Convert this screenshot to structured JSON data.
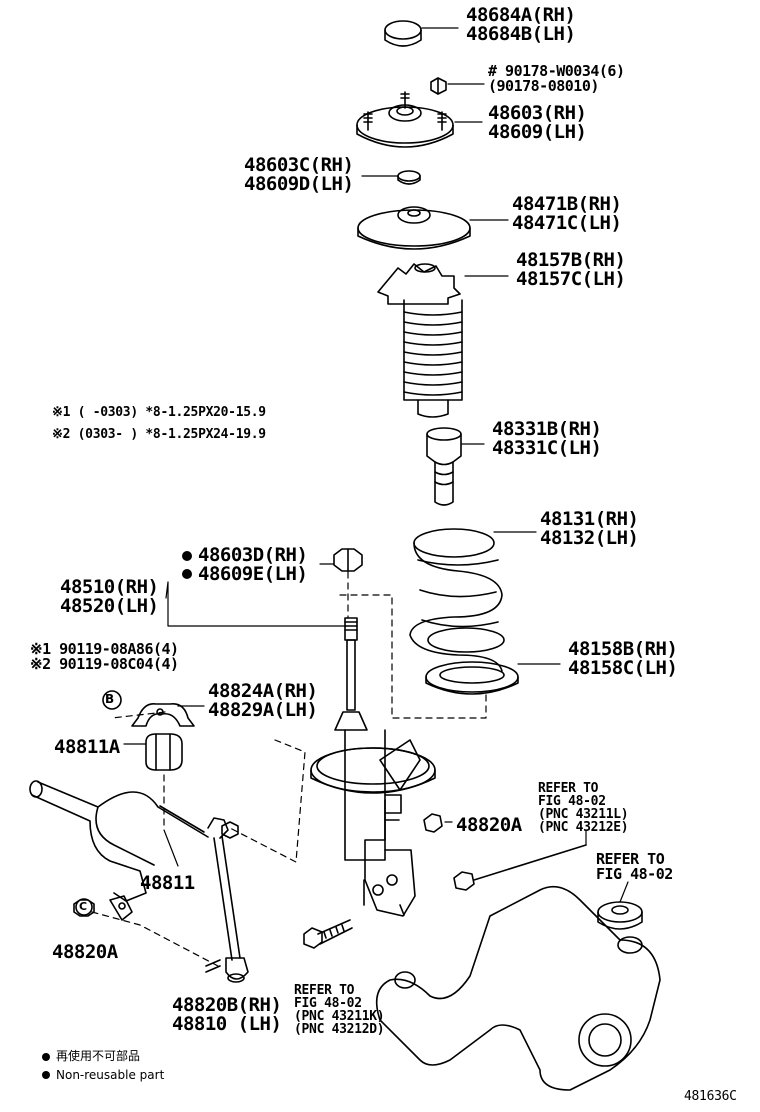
{
  "labels": {
    "l_48684": [
      "48684A(RH)",
      "48684B(LH)"
    ],
    "l_90178": [
      "# 90178-W0034(6)",
      "(90178-08010)"
    ],
    "l_48603": [
      "48603(RH)",
      "48609(LH)"
    ],
    "l_48603c": [
      "48603C(RH)",
      "48609D(LH)"
    ],
    "l_48471": [
      "48471B(RH)",
      "48471C(LH)"
    ],
    "l_48157": [
      "48157B(RH)",
      "48157C(LH)"
    ],
    "l_note1": "※1 (    -0303) *8-1.25PX20-15.9",
    "l_note2": "※2 (0303-    ) *8-1.25PX24-19.9",
    "l_48331": [
      "48331B(RH)",
      "48331C(LH)"
    ],
    "l_48131": [
      "48131(RH)",
      "48132(LH)"
    ],
    "l_48603d": [
      "48603D(RH)",
      "48609E(LH)"
    ],
    "l_48510": [
      "48510(RH)",
      "48520(LH)"
    ],
    "l_90119": [
      "※1 90119-08A86(4)",
      "※2 90119-08C04(4)"
    ],
    "l_48158": [
      "48158B(RH)",
      "48158C(LH)"
    ],
    "l_48824": [
      "48824A(RH)",
      "48829A(LH)"
    ],
    "l_48811a": "48811A",
    "l_48820a_r": "48820A",
    "l_refer1": [
      "REFER TO",
      "FIG 48-02",
      "(PNC 43211L)",
      "(PNC 43212E)"
    ],
    "l_refer2": [
      "REFER TO",
      "FIG 48-02"
    ],
    "l_48811": "48811",
    "l_48820a_l": "48820A",
    "l_48820b": [
      "48820B(RH)",
      "48810 (LH)"
    ],
    "l_refer3": [
      "REFER TO",
      "FIG 48-02",
      "(PNC 43211K)",
      "(PNC 43212D)"
    ],
    "legend": [
      "再使用不可部品",
      "Non-reusable part"
    ],
    "circle_b": "B",
    "circle_c": "C",
    "fig_no": "481636C"
  }
}
